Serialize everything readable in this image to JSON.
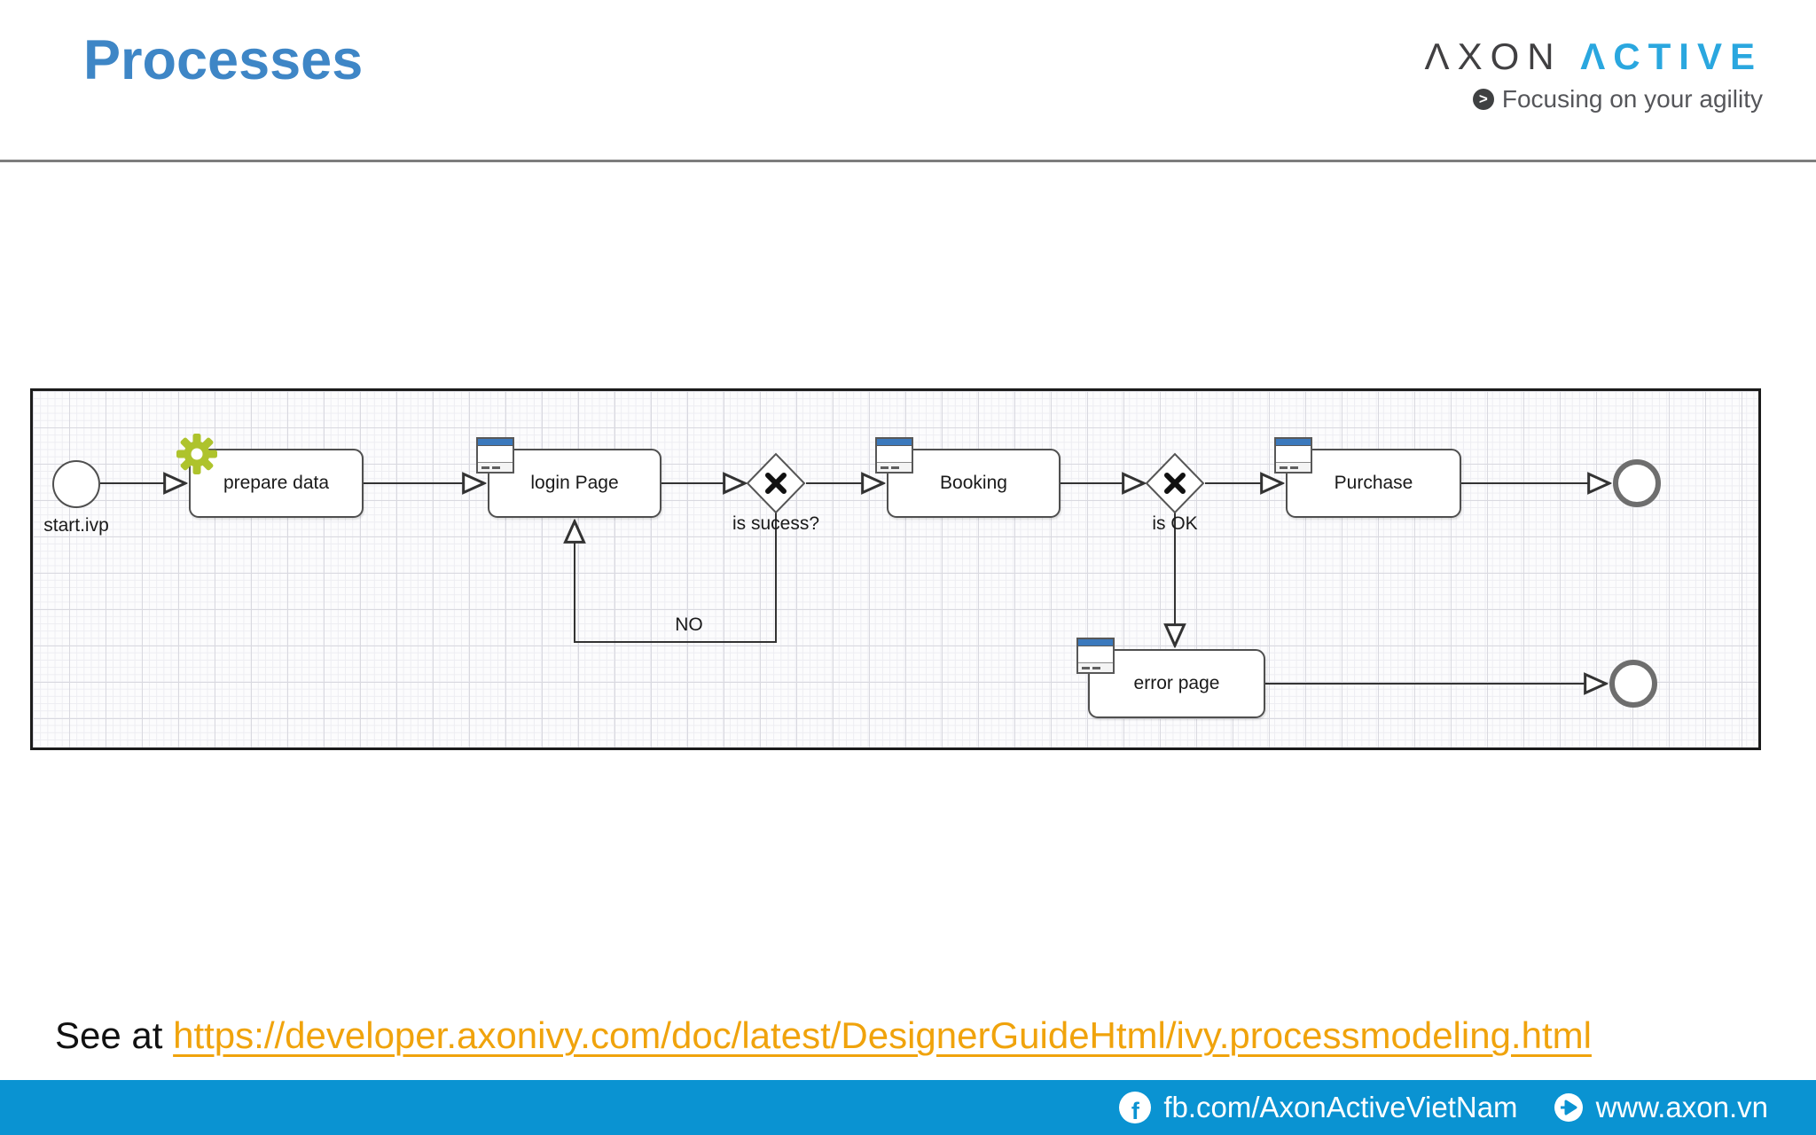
{
  "header": {
    "title": "Processes",
    "logo": {
      "word1": "ΛXON",
      "word2": "ΛCTIVE",
      "tagline": "Focusing on your agility",
      "tagline_arrow_glyph": ">"
    }
  },
  "diagram": {
    "start_event_label": "start.ivp",
    "tasks": {
      "prepare": "prepare data",
      "login": "login Page",
      "booking": "Booking",
      "purchase": "Purchase",
      "error": "error page"
    },
    "gateways": {
      "success": "is sucess?",
      "ok": "is OK"
    },
    "edge_labels": {
      "no": "NO"
    }
  },
  "see_line": {
    "prefix": "See at ",
    "url": "https://developer.axonivy.com/doc/latest/DesignerGuideHtml/ivy.processmodeling.html"
  },
  "footer": {
    "facebook_glyph": "f",
    "facebook": "fb.com/AxonActiveVietNam",
    "website": "www.axon.vn"
  },
  "colors": {
    "title_blue": "#3e86c6",
    "logo_blue": "#2aa7df",
    "link_amber": "#f0a30c",
    "footer_blue": "#0a93d2",
    "gear_green": "#aec32c",
    "window_bar_blue": "#3b79bd"
  }
}
